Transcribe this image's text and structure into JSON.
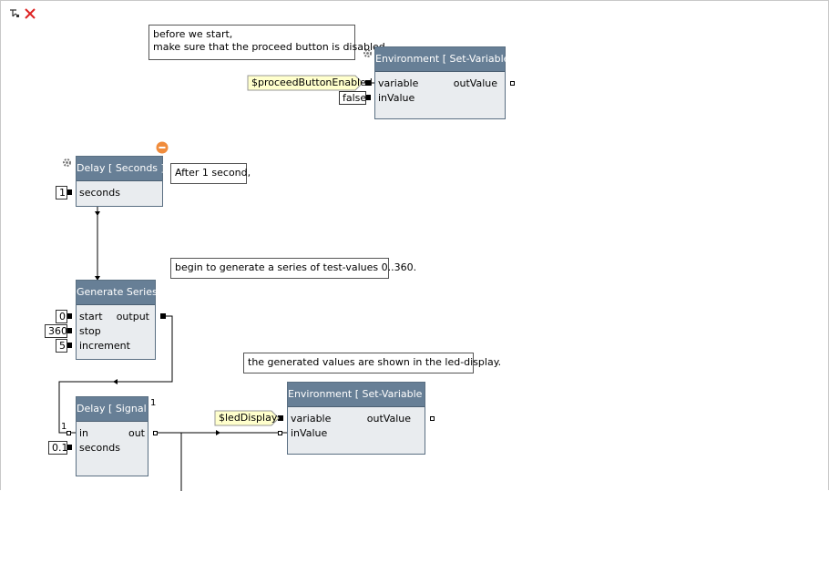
{
  "toolbar": {
    "pin_icon": "pin-icon",
    "close_icon": "close-x-icon"
  },
  "comments": {
    "c1": "before we start,\nmake sure that the proceed button is disabled",
    "c2": "After 1 second,",
    "c3": "begin to generate a series of test-values 0..360.",
    "c4": "the generated values are shown in the led-display."
  },
  "env1": {
    "title": "Environment [ Set-Variable ]",
    "in_variable": "variable",
    "in_value": "inValue",
    "out_value": "outValue",
    "variable_tag": "$proceedButtonEnabled",
    "value_box": "false"
  },
  "delay_seconds": {
    "title": "Delay [ Seconds ]",
    "in_seconds": "seconds",
    "seconds_value": "1"
  },
  "generate_series": {
    "title": "Generate Series",
    "in_start": "start",
    "in_stop": "stop",
    "in_increment": "increment",
    "out_output": "output",
    "start_value": "0",
    "stop_value": "360",
    "increment_value": "5"
  },
  "delay_signal": {
    "title": "Delay [ Signal ]",
    "in_in": "in",
    "in_seconds": "seconds",
    "out_out": "out",
    "seconds_value": "0.1",
    "count_badge": "1",
    "in_badge": "1"
  },
  "env2": {
    "title": "Environment [ Set-Variable ]",
    "in_variable": "variable",
    "in_value": "inValue",
    "out_value": "outValue",
    "variable_tag": "$ledDisplay"
  },
  "colors": {
    "node_title_bg": "#677f96",
    "node_body_bg": "#e9ecef",
    "tag_bg": "#ffffcc",
    "minus_btn": "#f08c3c"
  }
}
